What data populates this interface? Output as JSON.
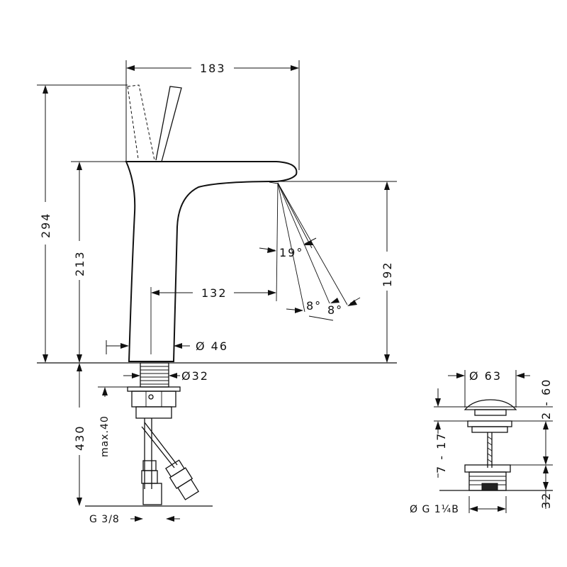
{
  "drawing": {
    "dimensions": {
      "overall_width": "183",
      "overall_height": "294",
      "spout_height": "213",
      "outlet_height": "192",
      "spout_reach": "132",
      "body_diameter": "Ø 46",
      "thread_diameter": "Ø32",
      "spray_angle": "19°",
      "spray_angle_left": "8°",
      "spray_angle_right": "8°",
      "hose_length": "430",
      "counter_thickness": "max.40",
      "connection_thread": "G 3/8"
    },
    "waste_valve": {
      "cap_diameter": "Ø 63",
      "cap_height": "2 - 60",
      "clamping_range": "7 - 17",
      "thread": "Ø G 1¼B",
      "body_height": "32"
    }
  }
}
